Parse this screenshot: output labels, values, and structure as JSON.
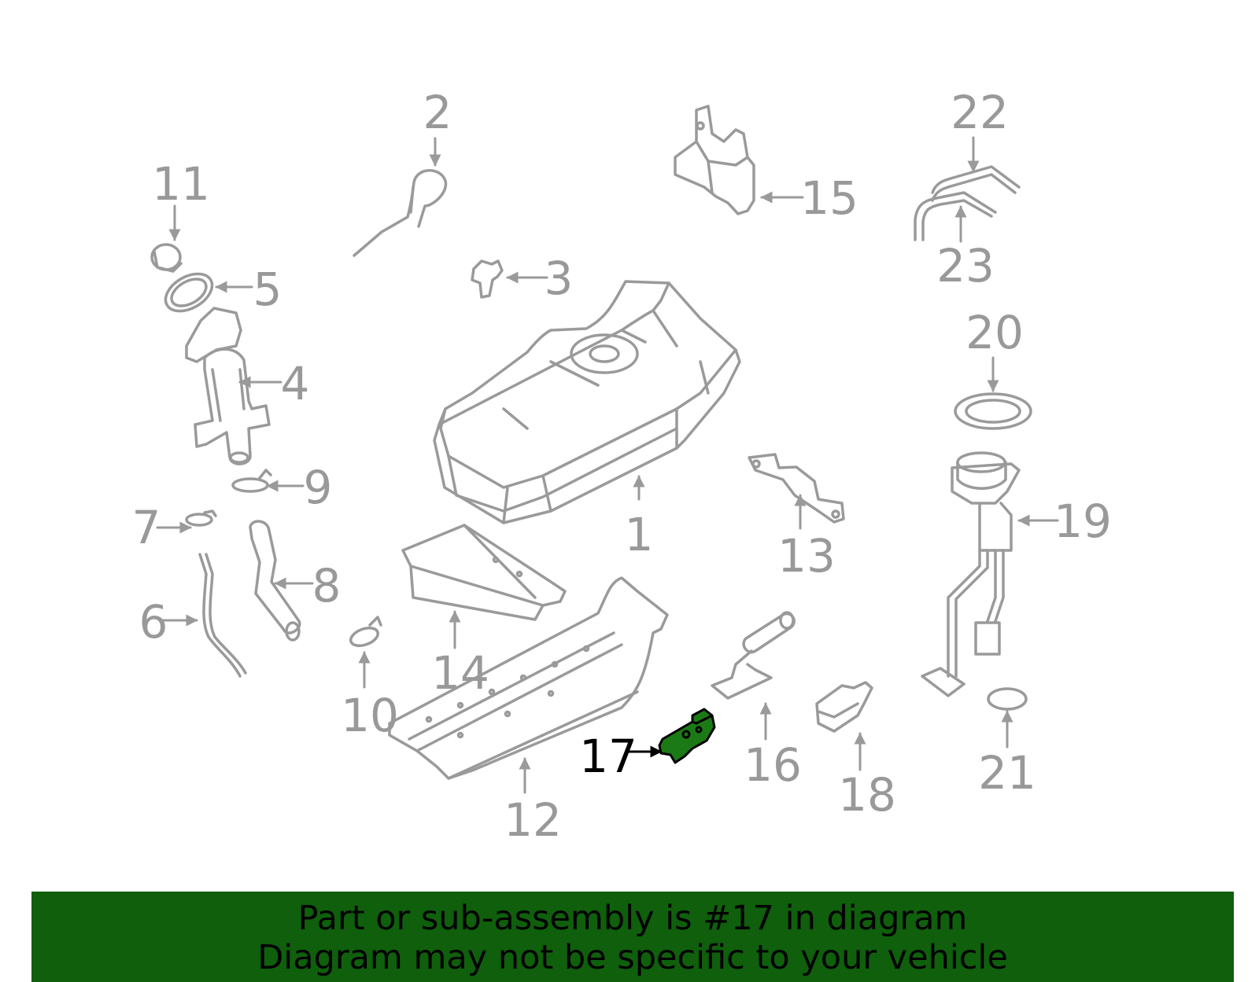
{
  "colors": {
    "part_stroke": "#9a9a9a",
    "label_gray": "#999999",
    "highlight_fill": "#1c7a16",
    "highlight_label": "#000000",
    "banner_bg": "#0f5f0c",
    "banner_text": "#000000"
  },
  "callouts": {
    "c1": "1",
    "c2": "2",
    "c3": "3",
    "c4": "4",
    "c5": "5",
    "c6": "6",
    "c7": "7",
    "c8": "8",
    "c9": "9",
    "c10": "10",
    "c11": "11",
    "c12": "12",
    "c13": "13",
    "c14": "14",
    "c15": "15",
    "c16": "16",
    "c17": "17",
    "c18": "18",
    "c19": "19",
    "c20": "20",
    "c21": "21",
    "c22": "22",
    "c23": "23"
  },
  "highlighted_part": "17",
  "banner": {
    "line1": "Part or sub-assembly is #17 in diagram",
    "line2": "Diagram may not be specific to your vehicle"
  }
}
